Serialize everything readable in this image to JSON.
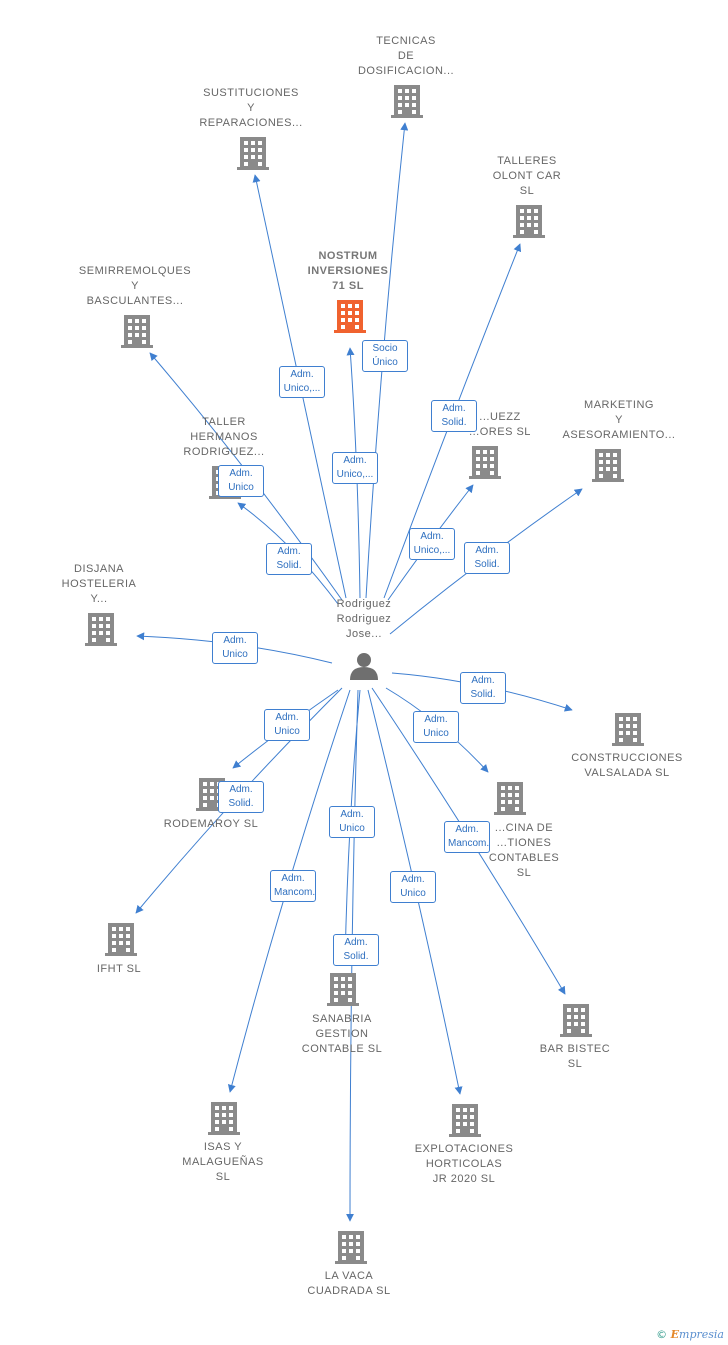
{
  "colors": {
    "edge": "#3f7fd0",
    "node": "#8a8a8a",
    "highlight": "#f0622f",
    "label": "#666666"
  },
  "person": {
    "name": "Rodriguez\nRodriguez\nJose...",
    "icon": "person-icon"
  },
  "companies": [
    {
      "id": "tecnicas",
      "name": "TECNICAS\nDE\nDOSIFICACION...",
      "icon": "building-icon"
    },
    {
      "id": "sustituciones",
      "name": "SUSTITUCIONES\nY\nREPARACIONES...",
      "icon": "building-icon"
    },
    {
      "id": "talleres-olont",
      "name": "TALLERES\nOLONT CAR\nSL",
      "icon": "building-icon"
    },
    {
      "id": "nostrum",
      "name": "NOSTRUM\nINVERSIONES\n71 SL",
      "icon": "building-icon",
      "highlight": true
    },
    {
      "id": "semirremolques",
      "name": "SEMIRREMOLQUES\nY\nBASCULANTES...",
      "icon": "building-icon"
    },
    {
      "id": "marketing",
      "name": "MARKETING\nY\nASESORAMIENTO...",
      "icon": "building-icon"
    },
    {
      "id": "taller-hermanos",
      "name": "TALLER\nHERMANOS\nRODRIGUEZ...",
      "icon": "building-icon"
    },
    {
      "id": "rodriguezz",
      "name": "...UEZZ\n...ORES SL",
      "icon": "building-icon"
    },
    {
      "id": "disjana",
      "name": "DISJANA\nHOSTELERIA\nY...",
      "icon": "building-icon"
    },
    {
      "id": "construcciones",
      "name": "CONSTRUCCIONES\nVALSALADA SL",
      "icon": "building-icon"
    },
    {
      "id": "rodemaroy",
      "name": "RODEMAROY SL",
      "icon": "building-icon"
    },
    {
      "id": "oficina",
      "name": "...CINA DE\n...TIONES\nCONTABLES SL",
      "icon": "building-icon"
    },
    {
      "id": "ifht",
      "name": "IFHT SL",
      "icon": "building-icon"
    },
    {
      "id": "sanabria",
      "name": "SANABRIA\nGESTION\nCONTABLE SL",
      "icon": "building-icon"
    },
    {
      "id": "bar-bistec",
      "name": "BAR BISTEC\nSL",
      "icon": "building-icon"
    },
    {
      "id": "isas",
      "name": "ISAS Y\nMALAGUEÑAS\nSL",
      "icon": "building-icon"
    },
    {
      "id": "explotaciones",
      "name": "EXPLOTACIONES\nHORTICOLAS\nJR 2020 SL",
      "icon": "building-icon"
    },
    {
      "id": "la-vaca",
      "name": "LA VACA\nCUADRADA SL",
      "icon": "building-icon"
    }
  ],
  "relations": [
    {
      "target": "tecnicas",
      "label": "Socio\nÚnico"
    },
    {
      "target": "sustituciones",
      "label": "Adm.\nUnico,..."
    },
    {
      "target": "talleres-olont",
      "label": "Adm.\nSolid."
    },
    {
      "target": "nostrum",
      "label": "Adm.\nUnico,..."
    },
    {
      "target": "semirremolques",
      "label": "Adm.\nSolid."
    },
    {
      "target": "taller-hermanos",
      "label": "Adm.\nUnico"
    },
    {
      "target": "rodriguezz",
      "label": "Adm.\nUnico,..."
    },
    {
      "target": "marketing",
      "label": "Adm.\nSolid."
    },
    {
      "target": "disjana",
      "label": "Adm.\nUnico"
    },
    {
      "target": "construcciones",
      "label": "Adm.\nSolid."
    },
    {
      "target": "rodemaroy",
      "label": "Adm.\nUnico"
    },
    {
      "target": "oficina",
      "label": "Adm.\nUnico"
    },
    {
      "target": "ifht",
      "label": "Adm.\nSolid."
    },
    {
      "target": "bar-bistec",
      "label": "Adm.\nMancom."
    },
    {
      "target": "sanabria",
      "label": "Adm.\nSolid."
    },
    {
      "target": "la-vaca",
      "label": "Adm.\nUnico"
    },
    {
      "target": "isas",
      "label": "Adm.\nMancom."
    },
    {
      "target": "explotaciones",
      "label": "Adm.\nUnico"
    }
  ],
  "brand": {
    "copyright": "©",
    "initial": "E",
    "rest": "mpresia"
  }
}
